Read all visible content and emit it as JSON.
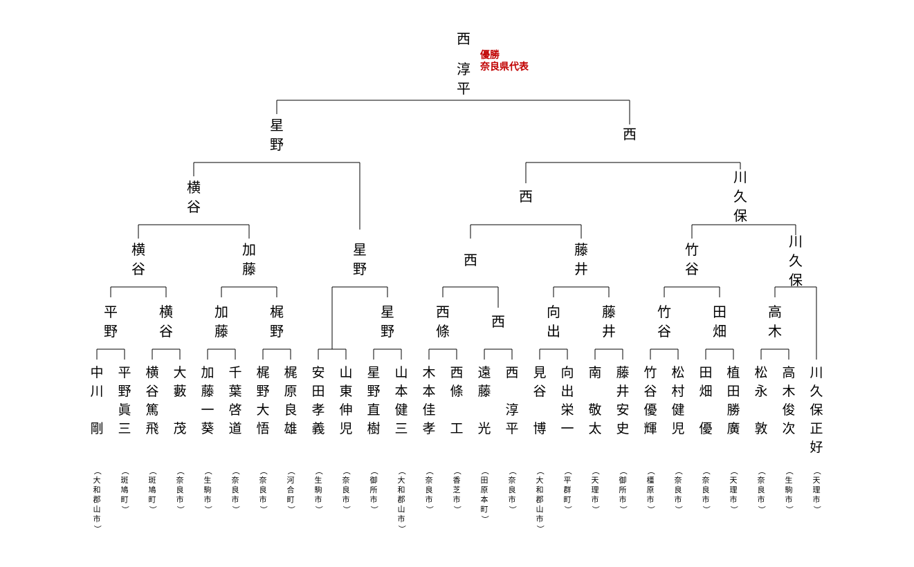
{
  "winner": {
    "name": "西淳平",
    "note_line1": "優勝",
    "note_line2": "奈良県代表"
  },
  "final": [
    "星野",
    "西"
  ],
  "semifinal": [
    "横谷",
    "星野",
    "西",
    "川久保"
  ],
  "quarterfinal": [
    "横谷",
    "加藤",
    "星野",
    "西",
    "藤井",
    "竹谷",
    "川久保"
  ],
  "round16": [
    "平野",
    "横谷",
    "加藤",
    "梶野",
    "星野",
    "西條",
    "西",
    "向出",
    "藤井",
    "竹谷",
    "田畑",
    "高木"
  ],
  "players": [
    {
      "name": "中川　剛",
      "town": "（大和郡山市）"
    },
    {
      "name": "平野眞三",
      "town": "（斑鳩町）"
    },
    {
      "name": "横谷篤飛",
      "town": "（斑鳩町）"
    },
    {
      "name": "大藪　茂",
      "town": "（奈良市）"
    },
    {
      "name": "加藤一葵",
      "town": "（生駒市）"
    },
    {
      "name": "千葉啓道",
      "town": "（奈良市）"
    },
    {
      "name": "梶野大悟",
      "town": "（奈良市）"
    },
    {
      "name": "梶原良雄",
      "town": "（河合町）"
    },
    {
      "name": "安田孝義",
      "town": "（生駒市）"
    },
    {
      "name": "山東伸児",
      "town": "（奈良市）"
    },
    {
      "name": "星野直樹",
      "town": "（御所市）"
    },
    {
      "name": "山本健三",
      "town": "（大和郡山市）"
    },
    {
      "name": "木本佳孝",
      "town": "（奈良市）"
    },
    {
      "name": "西條　工",
      "town": "（香芝市）"
    },
    {
      "name": "遠藤　光",
      "town": "（田原本町）"
    },
    {
      "name": "西　淳平",
      "town": "（奈良市）"
    },
    {
      "name": "見谷　博",
      "town": "（大和郡山市）"
    },
    {
      "name": "向出栄一",
      "town": "（平群町）"
    },
    {
      "name": "南　敬太",
      "town": "（天理市）"
    },
    {
      "name": "藤井安史",
      "town": "（御所市）"
    },
    {
      "name": "竹谷優輝",
      "town": "（橿原市）"
    },
    {
      "name": "松村健児",
      "town": "（奈良市）"
    },
    {
      "name": "田畑　優",
      "town": "（奈良市）"
    },
    {
      "name": "植田勝廣",
      "town": "（天理市）"
    },
    {
      "name": "松永　敦",
      "town": "（奈良市）"
    },
    {
      "name": "高木俊次",
      "town": "（生駒市）"
    },
    {
      "name": "川久保正好",
      "town": "（天理市）"
    }
  ]
}
